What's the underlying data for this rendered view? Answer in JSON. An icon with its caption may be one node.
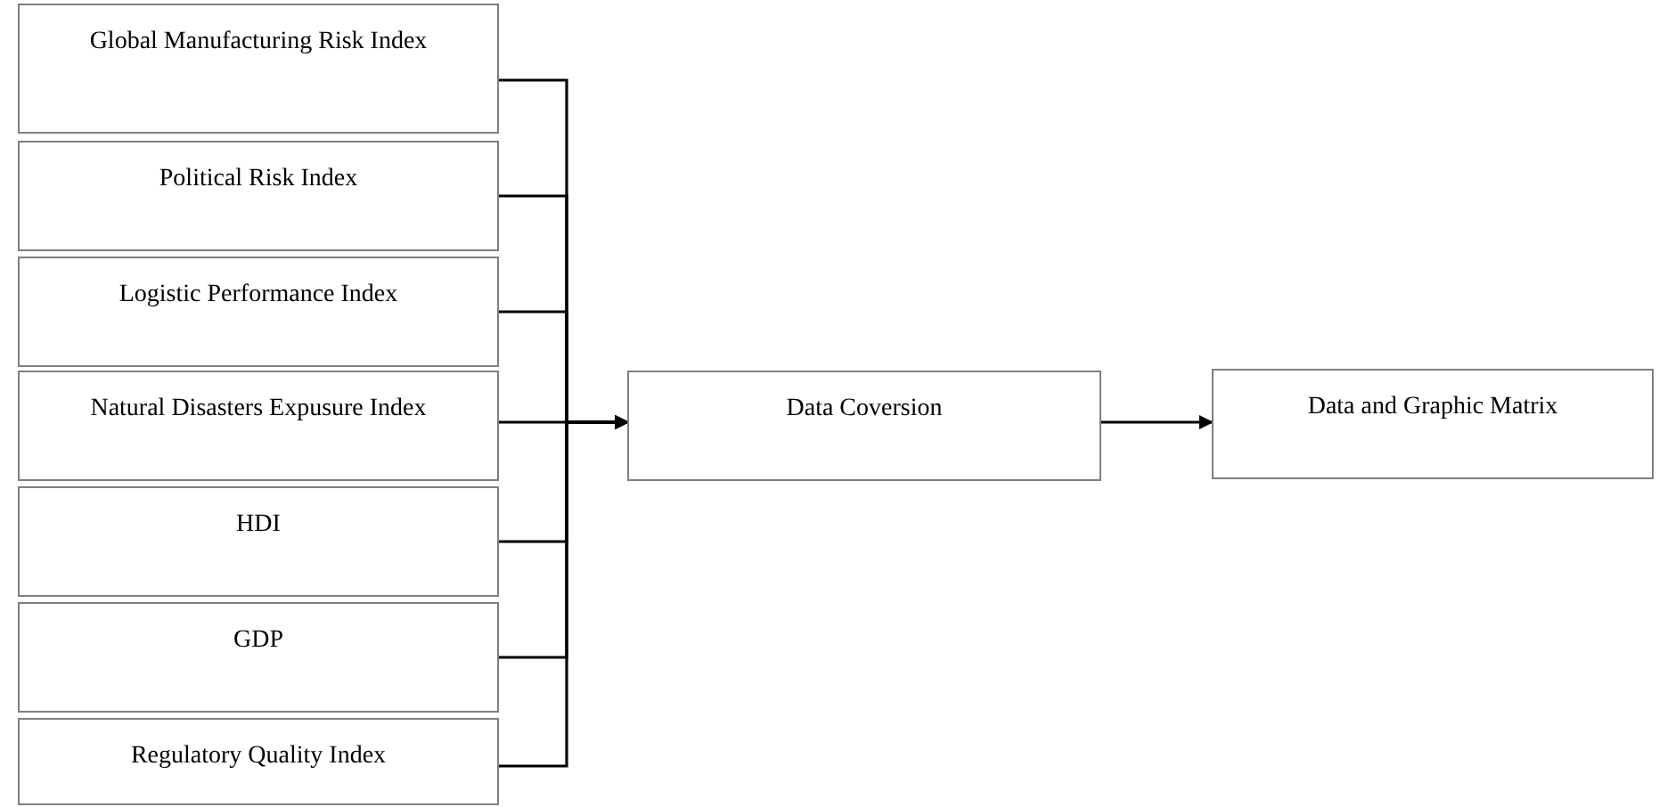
{
  "diagram": {
    "nodes": [
      {
        "text": [
          "Global Manufacturing Risk Index"
        ]
      },
      {
        "text": [
          "Political Risk Index"
        ]
      },
      {
        "text": [
          "Logistic Performance Index"
        ]
      },
      {
        "text": [
          "Natural Disasters Expusure Index"
        ]
      },
      {
        "text": [
          "HDI"
        ]
      },
      {
        "text": [
          "GDP"
        ]
      },
      {
        "text": [
          "Regulatory Quality Index"
        ]
      },
      {
        "text": [
          "Data Coversion"
        ]
      },
      {
        "text": [
          "Data and Graphic Matrix"
        ]
      }
    ],
    "edges": [
      {
        "from": 0,
        "to": 7,
        "arrow": "to"
      },
      {
        "from": 1,
        "to": 7,
        "arrow": "to"
      },
      {
        "from": 2,
        "to": 7,
        "arrow": "to"
      },
      {
        "from": 3,
        "to": 7,
        "arrow": "to"
      },
      {
        "from": 4,
        "to": 7,
        "arrow": "to"
      },
      {
        "from": 5,
        "to": 7,
        "arrow": "to"
      },
      {
        "from": 6,
        "to": 7,
        "arrow": "to"
      },
      {
        "from": 7,
        "to": 8,
        "arrow": "to"
      }
    ]
  }
}
